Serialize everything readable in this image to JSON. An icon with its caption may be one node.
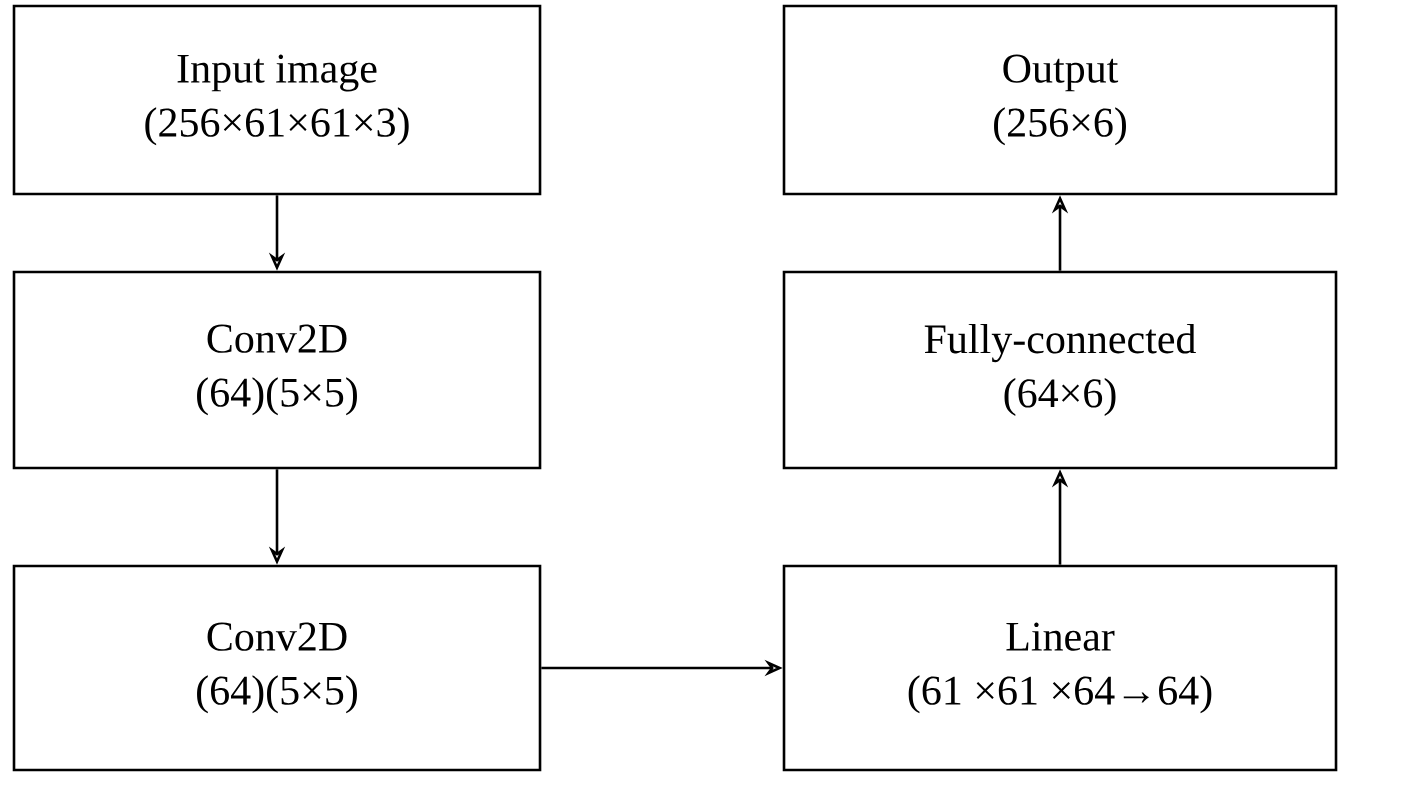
{
  "diagram": {
    "nodes": [
      {
        "text": [
          "Input image",
          "(256×61×61×3)"
        ]
      },
      {
        "text": [
          "Conv2D",
          "(64)(5×5)"
        ]
      },
      {
        "text": [
          "Conv2D",
          "(64)(5×5)"
        ]
      },
      {
        "text": [
          "Linear",
          "(61 ×61 ×64→64)"
        ]
      },
      {
        "text": [
          "Fully-connected",
          "(64×6)"
        ]
      },
      {
        "text": [
          "Output",
          "(256×6)"
        ]
      }
    ],
    "edges": [
      {
        "from": 0,
        "to": 1,
        "arrow": "to"
      },
      {
        "from": 1,
        "to": 2,
        "arrow": "to"
      },
      {
        "from": 2,
        "to": 3,
        "arrow": "to"
      },
      {
        "from": 3,
        "to": 4,
        "arrow": "to"
      },
      {
        "from": 4,
        "to": 5,
        "arrow": "to"
      }
    ]
  }
}
